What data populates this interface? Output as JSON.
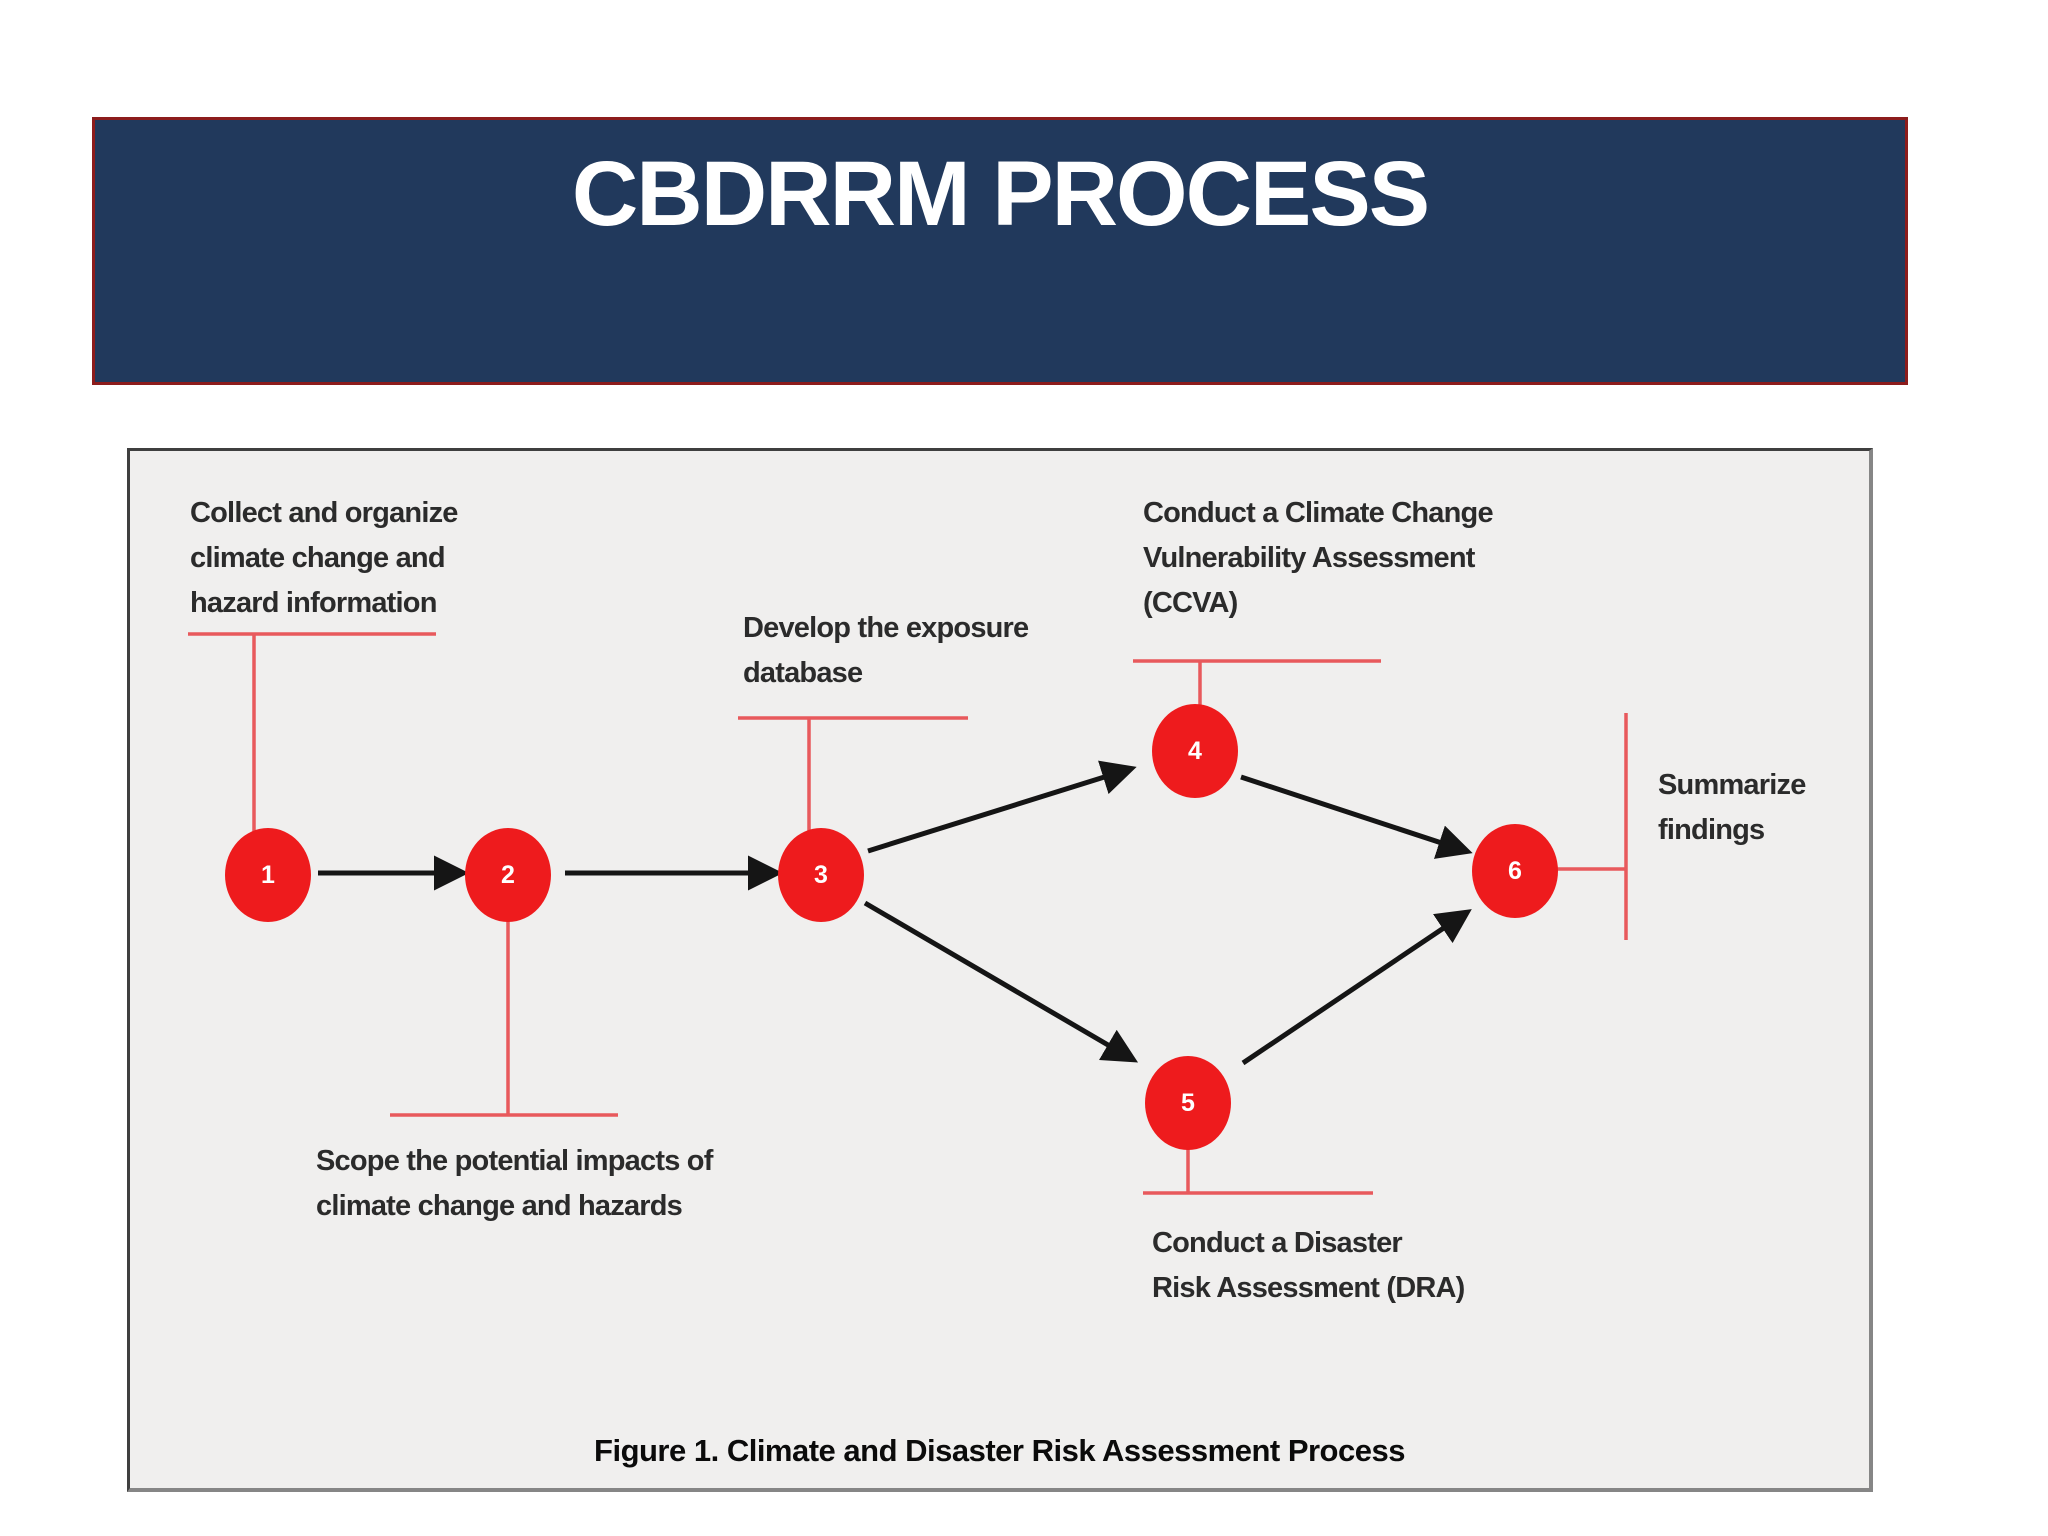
{
  "header": {
    "title": "CBDRRM PROCESS"
  },
  "colors": {
    "banner_navy": "#21395c",
    "banner_border_maroon": "#8c1c1c",
    "node_red": "#ee1b1d",
    "connector_red": "#e8595c",
    "figure_background": "#f0efee",
    "arrow_black": "#151515"
  },
  "figure": {
    "caption": "Figure 1. Climate and Disaster Risk Assessment Process",
    "nodes": [
      {
        "number": "1",
        "label_lines": [
          "Collect and organize",
          "climate change and",
          "hazard information"
        ]
      },
      {
        "number": "2",
        "label_lines": [
          "Scope the potential impacts of",
          "climate change and hazards"
        ]
      },
      {
        "number": "3",
        "label_lines": [
          "Develop the exposure",
          "database"
        ]
      },
      {
        "number": "4",
        "label_lines": [
          "Conduct a Climate Change",
          "Vulnerability Assessment",
          "(CCVA)"
        ]
      },
      {
        "number": "5",
        "label_lines": [
          "Conduct a Disaster",
          "Risk Assessment (DRA)"
        ]
      },
      {
        "number": "6",
        "label_lines": [
          "Summarize",
          "findings"
        ]
      }
    ],
    "flow": [
      "1-2",
      "2-3",
      "3-4",
      "3-5",
      "4-6",
      "5-6"
    ]
  }
}
